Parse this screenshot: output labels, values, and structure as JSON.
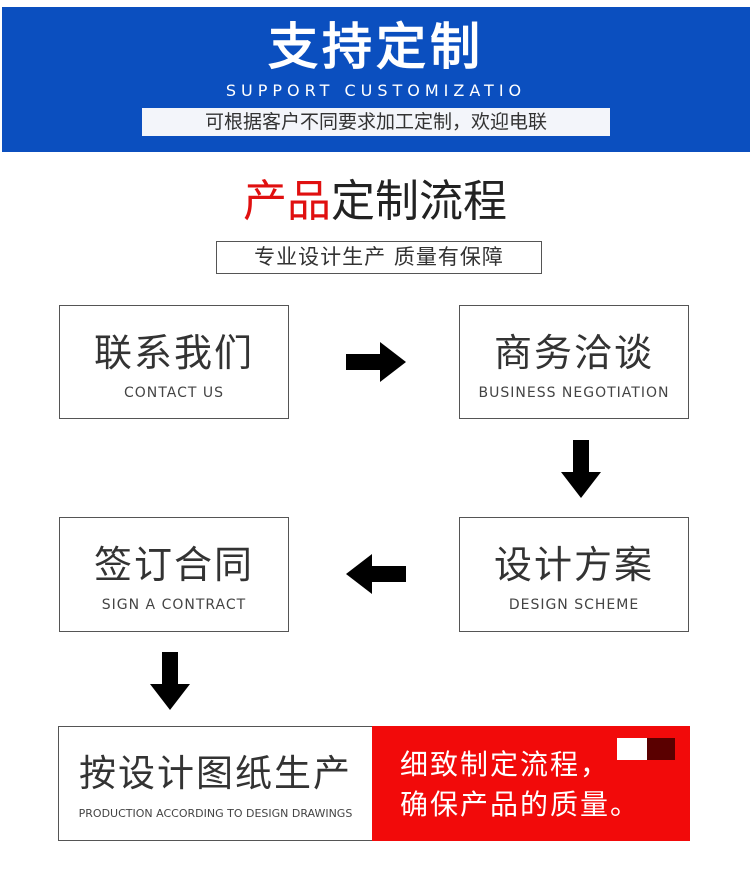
{
  "banner": {
    "title": "支持定制",
    "subtitle": "SUPPORT CUSTOMIZATIO",
    "note": "可根据客户不同要求加工定制，欢迎电联",
    "color": "#0b4fbf"
  },
  "heading": {
    "title_red": "产品",
    "title_rest": "定制流程",
    "subtitle": "专业设计生产 质量有保障"
  },
  "steps": [
    {
      "cn": "联系我们",
      "en": "CONTACT US"
    },
    {
      "cn": "商务洽谈",
      "en": "BUSINESS NEGOTIATION"
    },
    {
      "cn": "设计方案",
      "en": "DESIGN SCHEME"
    },
    {
      "cn": "签订合同",
      "en": "SIGN A CONTRACT"
    },
    {
      "cn": "按设计图纸生产",
      "en": "PRODUCTION ACCORDING TO DESIGN DRAWINGS"
    }
  ],
  "note": {
    "line1": "细致制定流程，",
    "line2": "确保产品的质量。",
    "color": "#f20a0a"
  }
}
